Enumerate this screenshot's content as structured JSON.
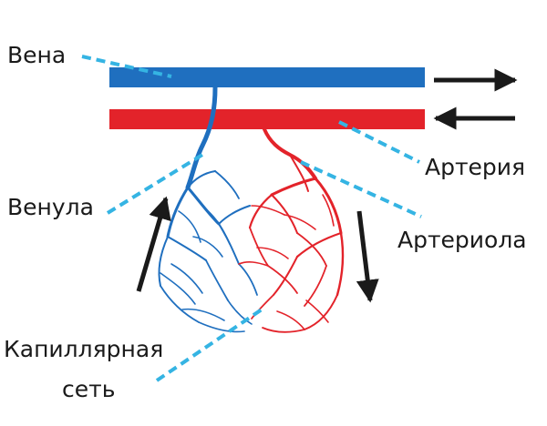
{
  "labels": {
    "vein": "Вена",
    "artery": "Артерия",
    "venule": "Венула",
    "arteriole": "Артериола",
    "capillary_line1": "Капиллярная",
    "capillary_line2": "сеть"
  },
  "colors": {
    "vein": "#1f6fbf",
    "artery": "#e3232a",
    "pointer": "#35b4e3",
    "arrow": "#1a1a1a",
    "text": "#1a1a1a",
    "background": "#ffffff"
  }
}
